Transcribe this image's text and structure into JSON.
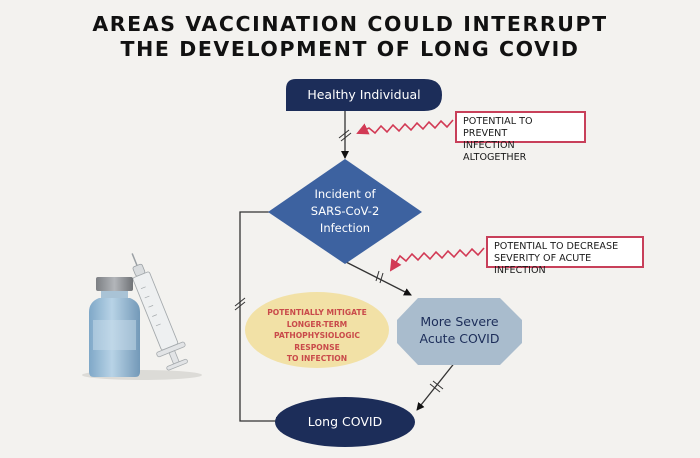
{
  "title": {
    "line1": "AREAS VACCINATION COULD INTERRUPT",
    "line2": "THE DEVELOPMENT OF LONG COVID"
  },
  "nodes": {
    "healthy": "Healthy Individual",
    "infection_line1": "Incident of",
    "infection_line2": "SARS-CoV-2",
    "infection_line3": "Infection",
    "severe_line1": "More Severe",
    "severe_line2": "Acute COVID",
    "long_covid": "Long COVID"
  },
  "callouts": {
    "prevent_line1": "POTENTIAL TO PREVENT",
    "prevent_line2": "INFECTION ALTOGETHER",
    "decrease_line1": "POTENTIAL TO DECREASE",
    "decrease_line2": "SEVERITY OF ACUTE INFECTION",
    "mitigate_line1": "POTENTIALLY MITIGATE",
    "mitigate_line2": "LONGER-TERM",
    "mitigate_line3": "PATHOPHYSIOLOGIC RESPONSE",
    "mitigate_line4": "TO INFECTION"
  },
  "colors": {
    "background": "#f3f2ef",
    "dark_navy": "#1c2d59",
    "diamond_blue": "#3d62a0",
    "octagon_gray_blue": "#a9bccd",
    "callout_border": "#c8405a",
    "zigzag_red": "#d23a55",
    "ellipse_yellow": "#f2e1a6",
    "ellipse_text": "#c94a4a"
  },
  "icons": {
    "vaccine": "vaccine-vial-and-syringe-icon"
  }
}
